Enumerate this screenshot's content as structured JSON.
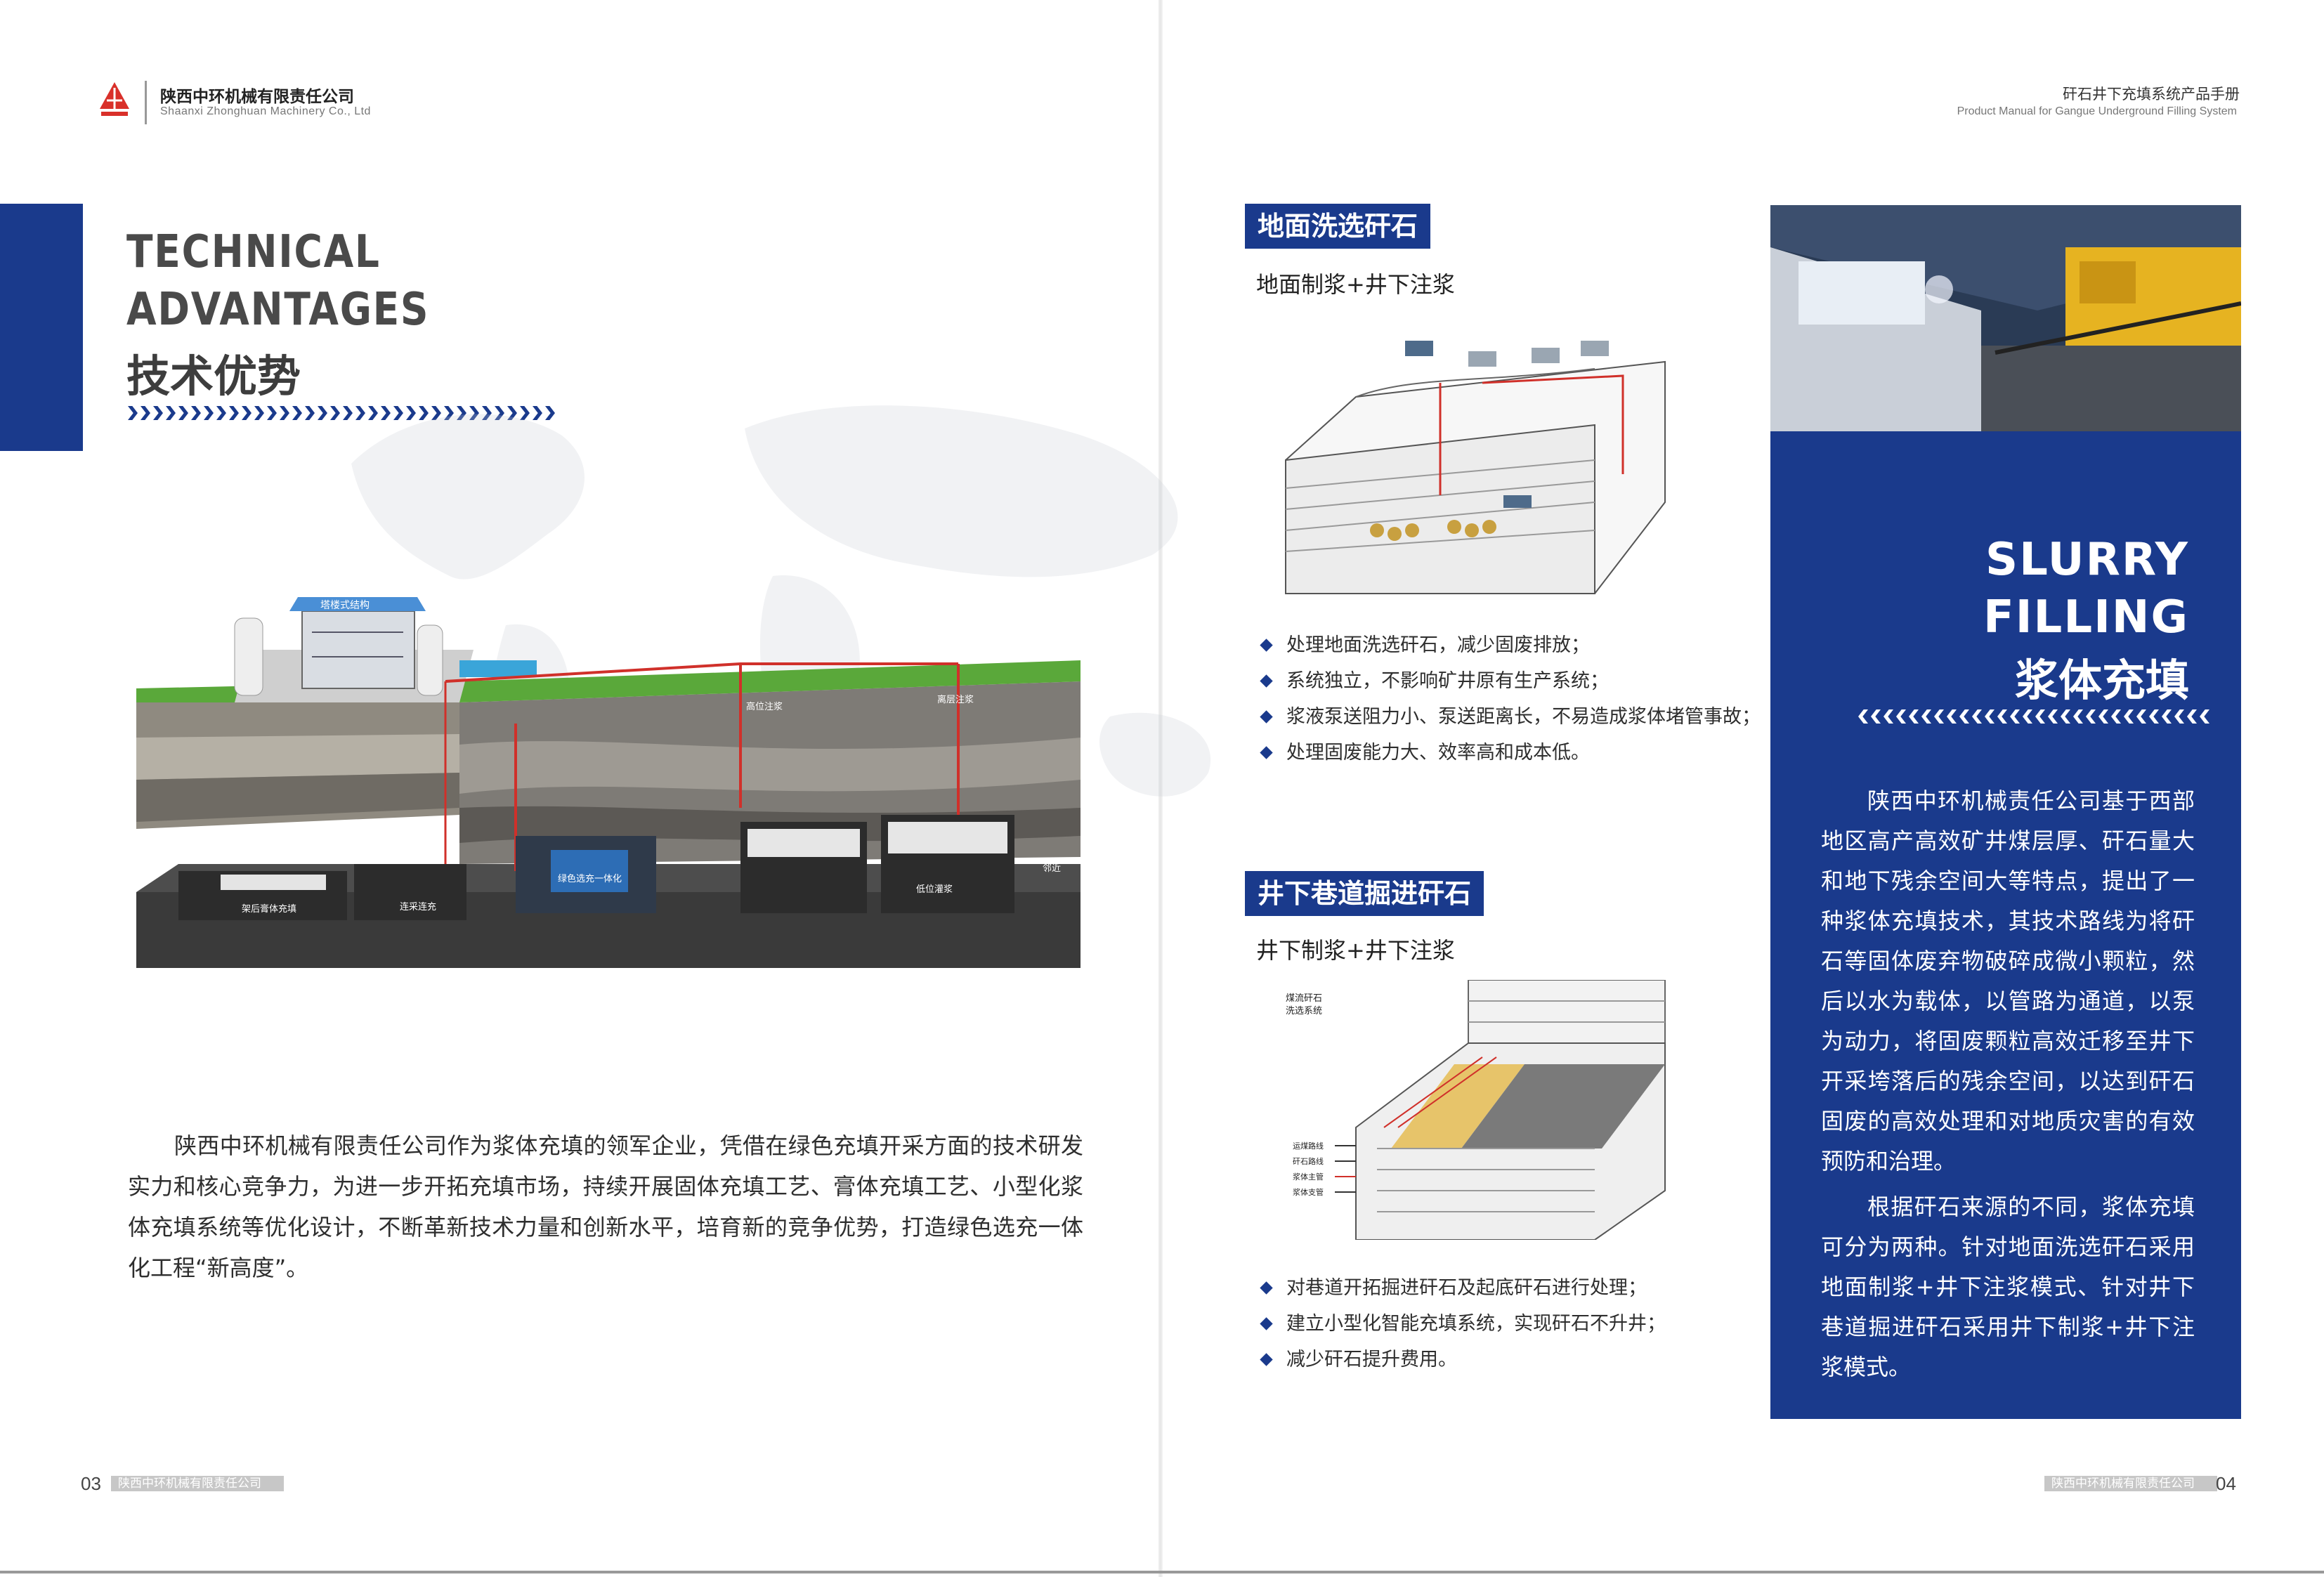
{
  "header": {
    "company_cn": "陕西中环机械有限责任公司",
    "company_en": "Shaanxi Zhonghuan Machinery Co., Ltd",
    "manual_cn": "矸石井下充填系统产品手册",
    "manual_en": "Product Manual for Gangue Underground Filling System"
  },
  "left": {
    "title_en_1": "TECHNICAL",
    "title_en_2": "ADVANTAGES",
    "title_cn": "技术优势",
    "illustration": {
      "tower_label": "塔楼式结构",
      "label_high": "高位注浆",
      "label_layer": "离层注浆",
      "label_neighbor": "邻近",
      "label_green": "绿色选充一体化",
      "label_paste": "架后膏体充填",
      "label_continuous": "连采连充",
      "label_low": "低位灌浆"
    },
    "intro": "陕西中环机械有限责任公司作为浆体充填的领军企业，凭借在绿色充填开采方面的技术研发实力和核心竞争力，为进一步开拓充填市场，持续开展固体充填工艺、膏体充填工艺、小型化浆体充填系统等优化设计，不断革新技术力量和创新水平，培育新的竞争优势，打造绿色选充一体化工程“新高度”。"
  },
  "middle": {
    "section1": {
      "tag": "地面洗选矸石",
      "subtitle": "地面制浆+井下注浆",
      "bullets": [
        "处理地面洗选矸石，减少固废排放；",
        "系统独立，不影响矿井原有生产系统；",
        "浆液泵送阻力小、泵送距离长，不易造成浆体堵管事故；",
        "处理固废能力大、效率高和成本低。"
      ]
    },
    "section2": {
      "tag": "井下巷道掘进矸石",
      "subtitle": "井下制浆+井下注浆",
      "diagram_labels": [
        "煤流矸石",
        "洗选系统",
        "运煤路线",
        "矸石路线",
        "浆体主管",
        "浆体支管"
      ],
      "bullets": [
        "对巷道开拓掘进矸石及起底矸石进行处理；",
        "建立小型化智能充填系统，实现矸石不升井；",
        "减少矸石提升费用。"
      ]
    }
  },
  "right": {
    "title_en_1": "SLURRY",
    "title_en_2": "FILLING",
    "title_cn": "浆体充填",
    "para1": "陕西中环机械责任公司基于西部地区高产高效矿井煤层厚、矸石量大和地下残余空间大等特点，提出了一种浆体充填技术，其技术路线为将矸石等固体废弃物破碎成微小颗粒，然后以水为载体，以管路为通道，以泵为动力，将固废颗粒高效迁移至井下开采垮落后的残余空间，以达到矸石固废的高效处理和对地质灾害的有效预防和治理。",
    "para2": "根据矸石来源的不同，浆体充填可分为两种。针对地面洗选矸石采用地面制浆+井下注浆模式、针对井下巷道掘进矸石采用井下制浆+井下注浆模式。"
  },
  "footer": {
    "left_page": "03",
    "left_company": "陕西中环机械有限责任公司",
    "right_page": "04",
    "right_company": "陕西中环机械有限责任公司"
  },
  "colors": {
    "brand_blue": "#1a3a8c",
    "grass_green": "#5aa83a",
    "pipe_red": "#d0302a",
    "tower_blue": "#4a8fd6"
  }
}
